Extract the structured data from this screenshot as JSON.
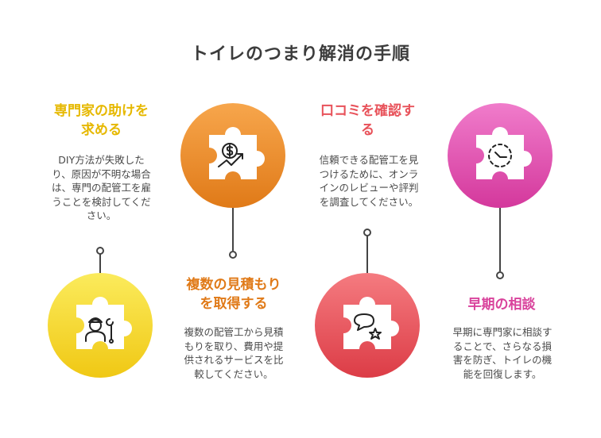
{
  "title": "トイレのつまり解消の手順",
  "steps": [
    {
      "heading_lines": [
        "専門家の助けを",
        "求める"
      ],
      "desc_lines": [
        "DIY方法が失敗した",
        "り、原因が不明な場合",
        "は、専門の配管工を雇",
        "うことを検討してくだ",
        "さい。"
      ],
      "color": "#f0c814",
      "icon": "plumber-wrench-icon"
    },
    {
      "heading_lines": [
        "複数の見積もり",
        "を取得する"
      ],
      "desc_lines": [
        "複数の配管工から見積",
        "もりを取り、費用や提",
        "供されるサービスを比",
        "較してください。"
      ],
      "color": "#e8892c",
      "icon": "dollar-growth-icon"
    },
    {
      "heading_lines": [
        "口コミを確認す",
        "る"
      ],
      "desc_lines": [
        "信頼できる配管工を見",
        "つけるために、オンラ",
        "インのレビューや評判",
        "を調査してください。"
      ],
      "color": "#e8525a",
      "icon": "speech-bubble-star-icon"
    },
    {
      "heading_lines": [
        "早期の相談"
      ],
      "desc_lines": [
        "早期に専門家に相談す",
        "ることで、さらなる損",
        "害を防ぎ、トイレの機",
        "能を回復します。"
      ],
      "color": "#d9439c",
      "icon": "clock-dashed-icon"
    }
  ]
}
